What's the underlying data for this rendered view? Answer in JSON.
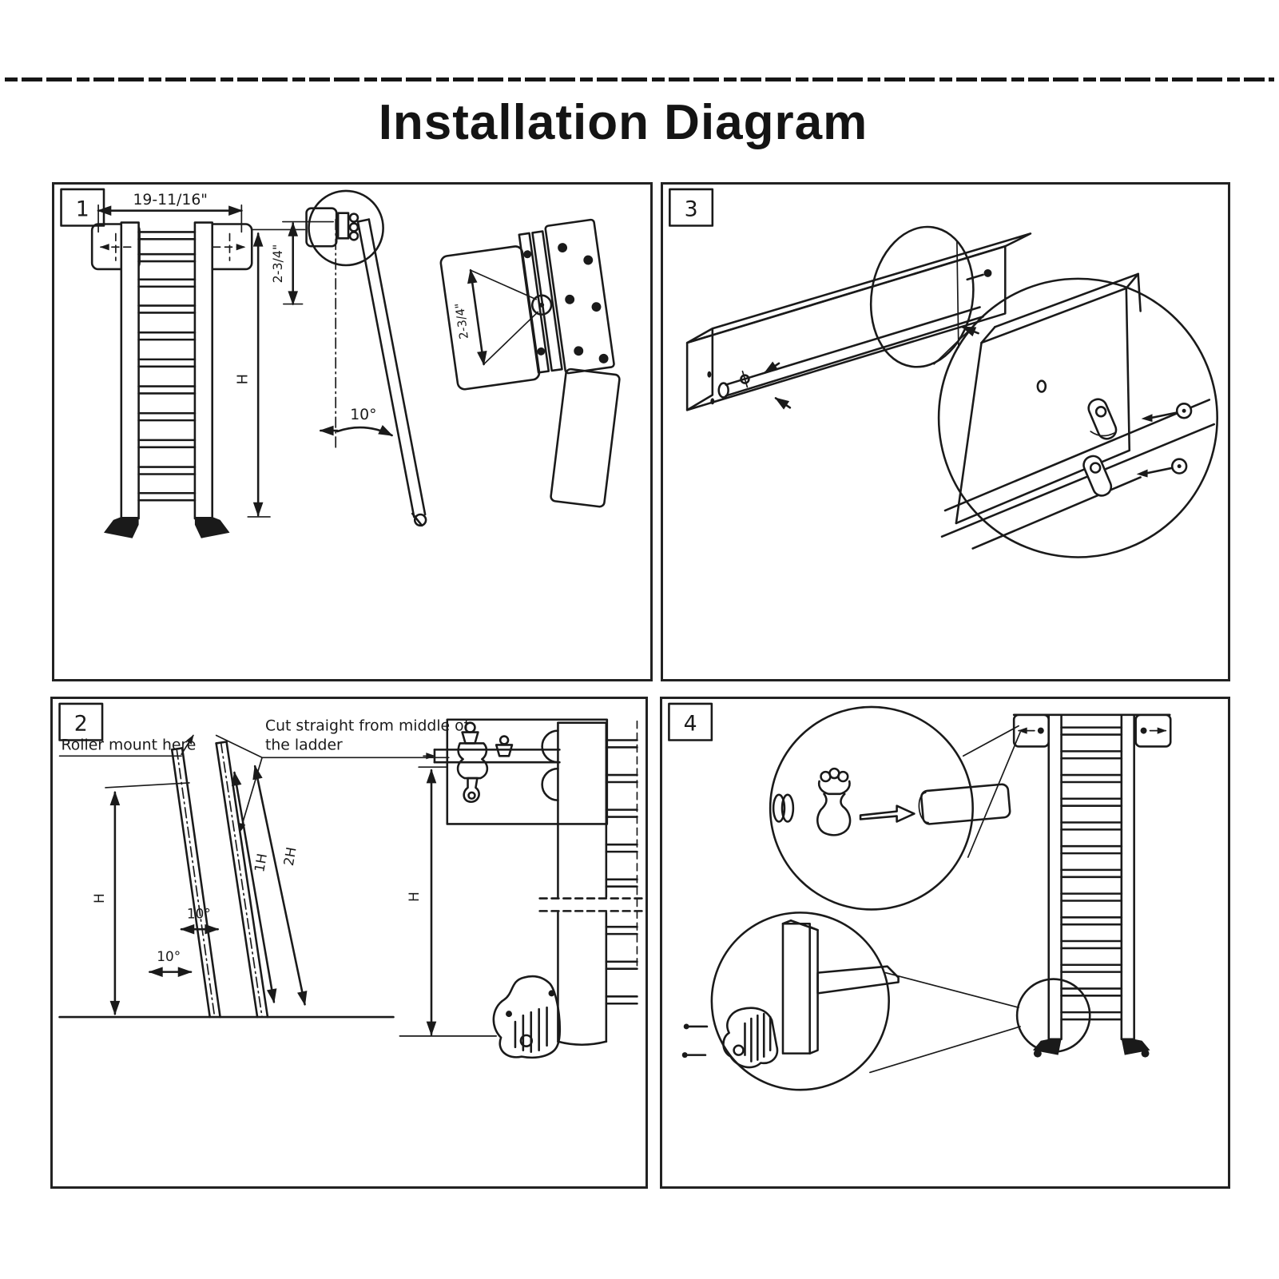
{
  "page": {
    "title": "Installation Diagram"
  },
  "colors": {
    "ink": "#1a1a1a",
    "paper": "#ffffff"
  },
  "panel1": {
    "label": "1",
    "dim_width": "19-11/16\"",
    "dim_riser": "2-3/4\"",
    "dim_height": "H",
    "dim_angle": "10°",
    "detail_dim": "2-3/4\""
  },
  "panel3": {
    "label": "3"
  },
  "panel2": {
    "label": "2",
    "note_roller": "Roller mount here",
    "note_cut_line1": "Cut straight from middle of",
    "note_cut_line2": "the ladder",
    "dim_height": "H",
    "dim_angle_upper": "10°",
    "dim_angle_lower": "10°",
    "dim_1h": "1H",
    "dim_2h": "2H",
    "dim_height_right": "H"
  },
  "panel4": {
    "label": "4"
  }
}
